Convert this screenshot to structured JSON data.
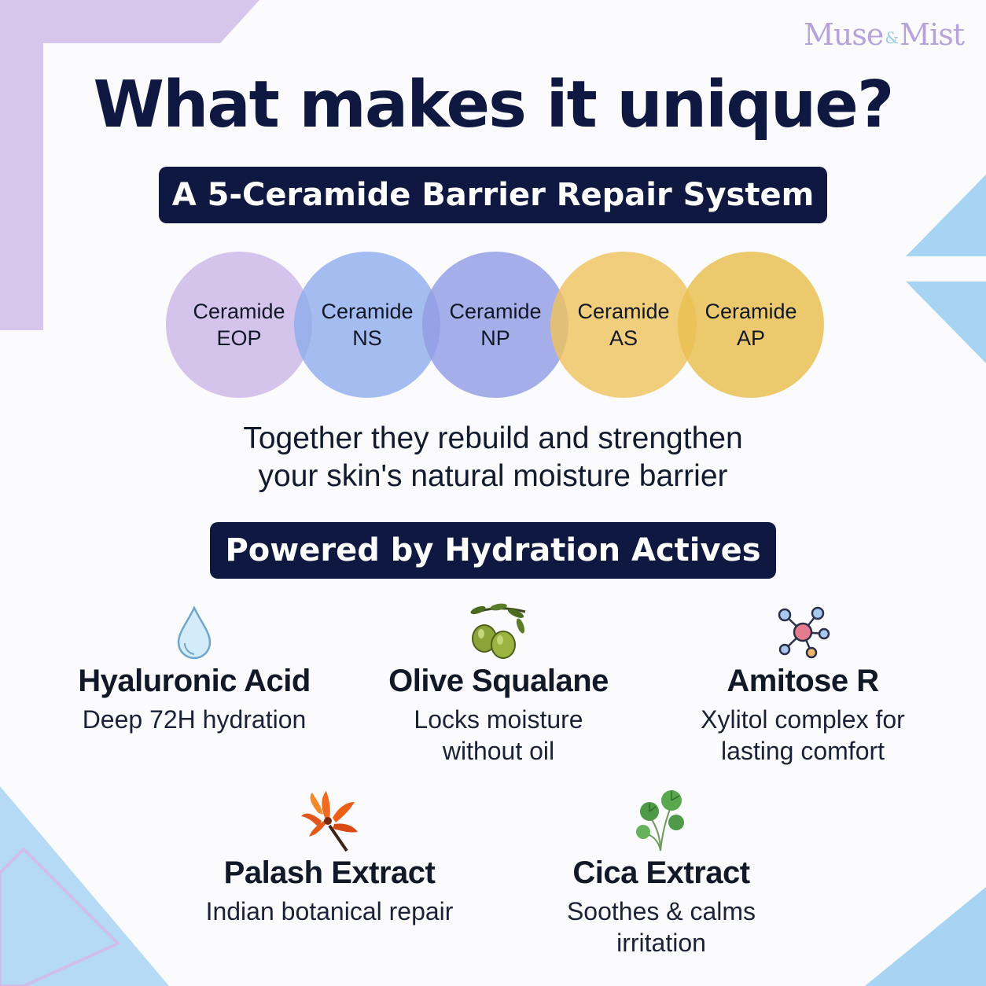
{
  "brand": {
    "name_part1": "Muse",
    "ampersand": "&",
    "name_part2": "Mist"
  },
  "title": "What makes it unique?",
  "subtitle": "A 5-Ceramide Barrier Repair System",
  "ceramides": [
    {
      "line1": "Ceramide",
      "line2": "EOP",
      "color": "#cdb9e6"
    },
    {
      "line1": "Ceramide",
      "line2": "NS",
      "color": "#8caaeb"
    },
    {
      "line1": "Ceramide",
      "line2": "NP",
      "color": "#919be4"
    },
    {
      "line1": "Ceramide",
      "line2": "AS",
      "color": "#eec35f"
    },
    {
      "line1": "Ceramide",
      "line2": "AP",
      "color": "#e9c052"
    }
  ],
  "tagline": {
    "line1": "Together they rebuild and strengthen",
    "line2": "your skin's natural moisture barrier"
  },
  "section_title": "Powered by Hydration Actives",
  "actives": [
    {
      "icon": "water-drop-icon",
      "name": "Hyaluronic Acid",
      "desc_line1": "Deep 72H hydration",
      "desc_line2": ""
    },
    {
      "icon": "olive-icon",
      "name": "Olive Squalane",
      "desc_line1": "Locks moisture",
      "desc_line2": "without oil"
    },
    {
      "icon": "molecule-icon",
      "name": "Amitose R",
      "desc_line1": "Xylitol complex for",
      "desc_line2": "lasting comfort"
    },
    {
      "icon": "palash-flower-icon",
      "name": "Palash Extract",
      "desc_line1": "Indian botanical repair",
      "desc_line2": ""
    },
    {
      "icon": "cica-leaf-icon",
      "name": "Cica Extract",
      "desc_line1": "Soothes & calms",
      "desc_line2": "irritation"
    }
  ],
  "colors": {
    "navy": "#0f1840",
    "lavender": "#d6c6ec",
    "sky": "#a8d4f4"
  }
}
